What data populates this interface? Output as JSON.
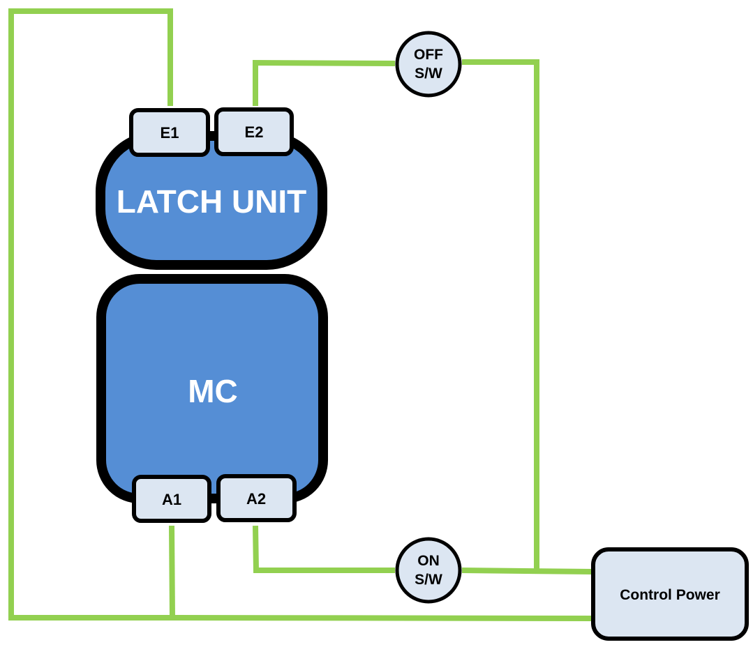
{
  "colors": {
    "wire": "#92d050",
    "block_fill": "#558ed5",
    "terminal_fill": "#dce6f2",
    "outline": "#000000",
    "block_text": "#ffffff",
    "terminal_text": "#000000"
  },
  "blocks": {
    "latch_unit": {
      "label": "LATCH UNIT"
    },
    "mc": {
      "label": "MC"
    }
  },
  "terminals": {
    "e1": "E1",
    "e2": "E2",
    "a1": "A1",
    "a2": "A2"
  },
  "switches": {
    "off": {
      "line1": "OFF",
      "line2": "S/W"
    },
    "on": {
      "line1": "ON",
      "line2": "S/W"
    }
  },
  "control_power": {
    "label": "Control Power"
  }
}
